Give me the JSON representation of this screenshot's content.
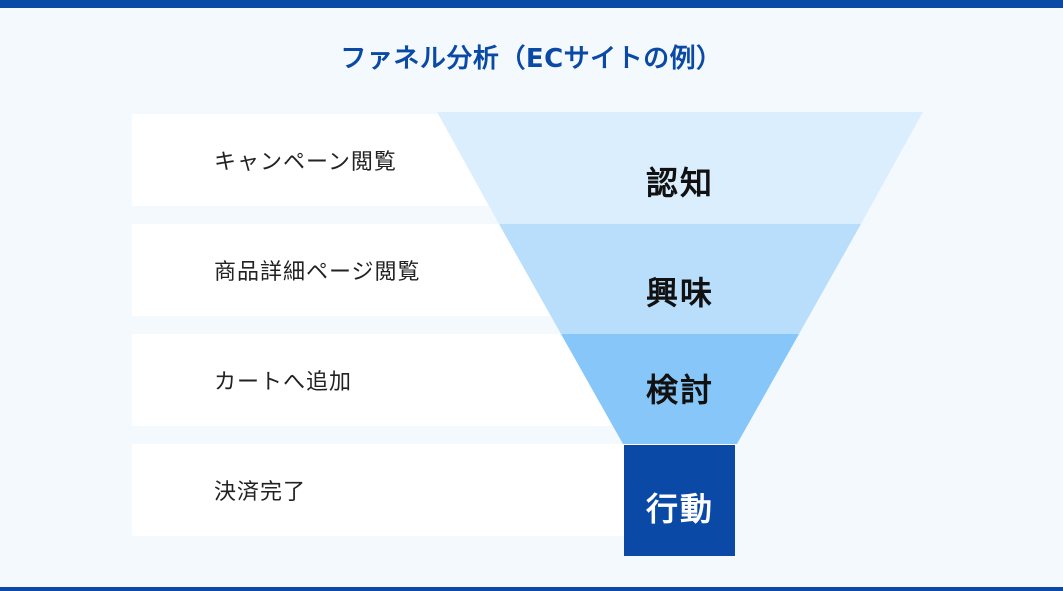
{
  "title": "ファネル分析（ECサイトの例）",
  "rows": [
    {
      "action": "キャンペーン閲覧",
      "stage": "認知"
    },
    {
      "action": "商品詳細ページ閲覧",
      "stage": "興味"
    },
    {
      "action": "カートへ追加",
      "stage": "検討"
    },
    {
      "action": "決済完了",
      "stage": "行動"
    }
  ],
  "colors": {
    "accent": "#0a4aa6",
    "stage1": "#dbeefd",
    "stage2": "#b9defb",
    "stage3": "#86c6f8",
    "stage4": "#0a4aa6",
    "row_bg": "#ffffff"
  }
}
